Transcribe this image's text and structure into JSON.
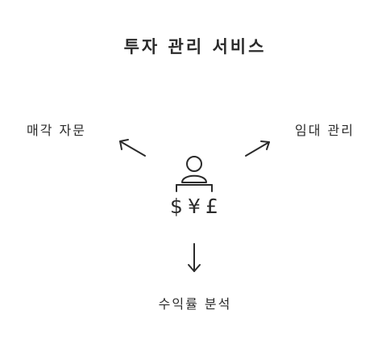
{
  "diagram": {
    "title": "투자 관리 서비스",
    "center": {
      "icon": "person-with-currency-icon",
      "currency_symbols": [
        "$",
        "¥",
        "£"
      ]
    },
    "branches": [
      {
        "label": "매각 자문",
        "direction": "upper-left"
      },
      {
        "label": "임대 관리",
        "direction": "upper-right"
      },
      {
        "label": "수익률 분석",
        "direction": "down"
      }
    ]
  },
  "colors": {
    "ink": "#2b2b2b",
    "background": "#ffffff"
  }
}
